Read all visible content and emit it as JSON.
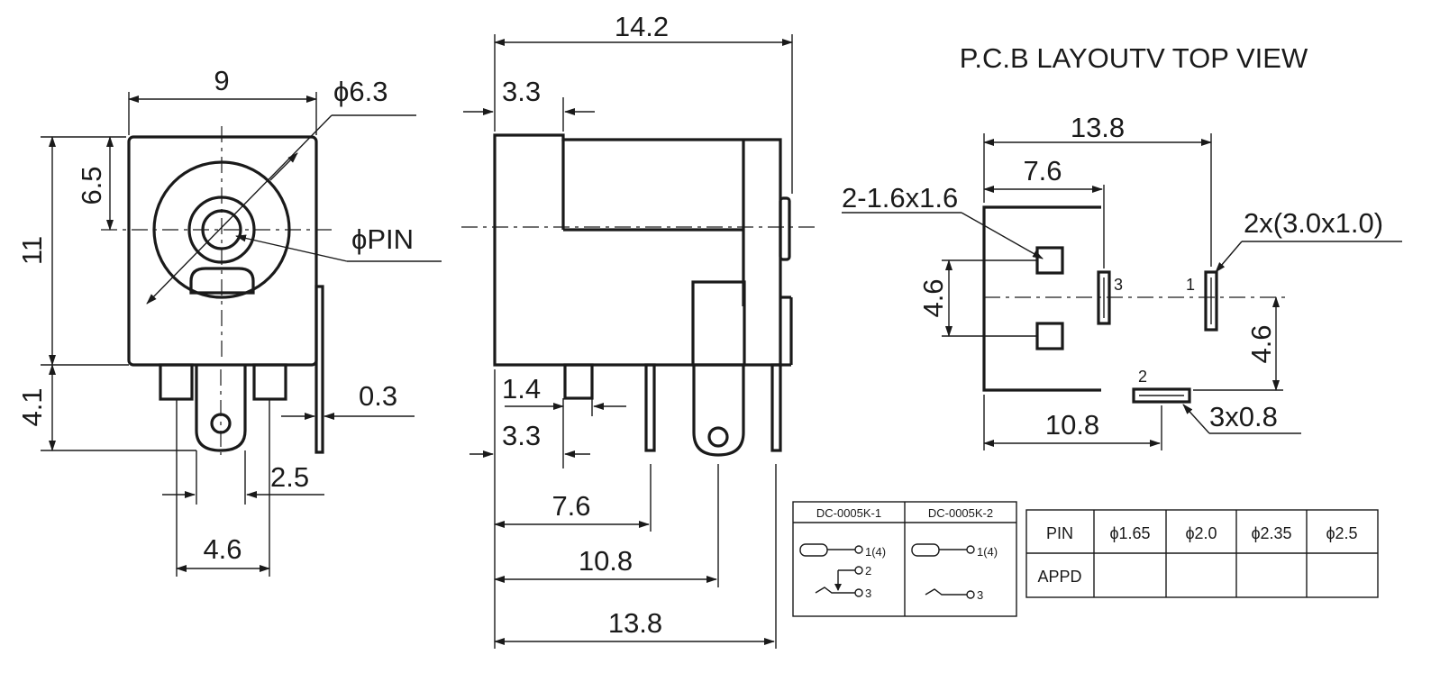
{
  "title": "P.C.B LAYOUTV TOP VIEW",
  "front_view": {
    "width": "9",
    "hole_dia": "ϕ6.3",
    "pin_dia": "ϕPIN",
    "center_height": "6.5",
    "body_height": "11",
    "pin_length": "4.1",
    "plate_thickness": "0.3",
    "pin_width": "2.5",
    "pin_spacing": "4.6"
  },
  "side_view": {
    "length": "14.2",
    "front_step": "3.3",
    "pin_width": "1.4",
    "pin1_offset": "3.3",
    "pin2_offset": "7.6",
    "pin3_offset": "10.8",
    "pin_span": "13.8"
  },
  "pcb_layout": {
    "total_length": "13.8",
    "pin3_offset": "7.6",
    "pad_square": "2-1.6x1.6",
    "pad_slot_size": "2x(3.0x1.0)",
    "square_spacing": "4.6",
    "pin2_offset_y": "4.6",
    "pin2_offset_x": "10.8",
    "pin2_slot_size": "3x0.8",
    "pin_labels": [
      "3",
      "1",
      "2"
    ]
  },
  "circuit_table": {
    "headers": [
      "DC-0005K-1",
      "DC-0005K-2"
    ],
    "k1_pins": [
      "1(4)",
      "2",
      "3"
    ],
    "k2_pins": [
      "1(4)",
      "3"
    ]
  },
  "pin_table": {
    "row_labels": [
      "PIN",
      "APPD"
    ],
    "pin_sizes": [
      "ϕ1.65",
      "ϕ2.0",
      "ϕ2.35",
      "ϕ2.5"
    ]
  }
}
